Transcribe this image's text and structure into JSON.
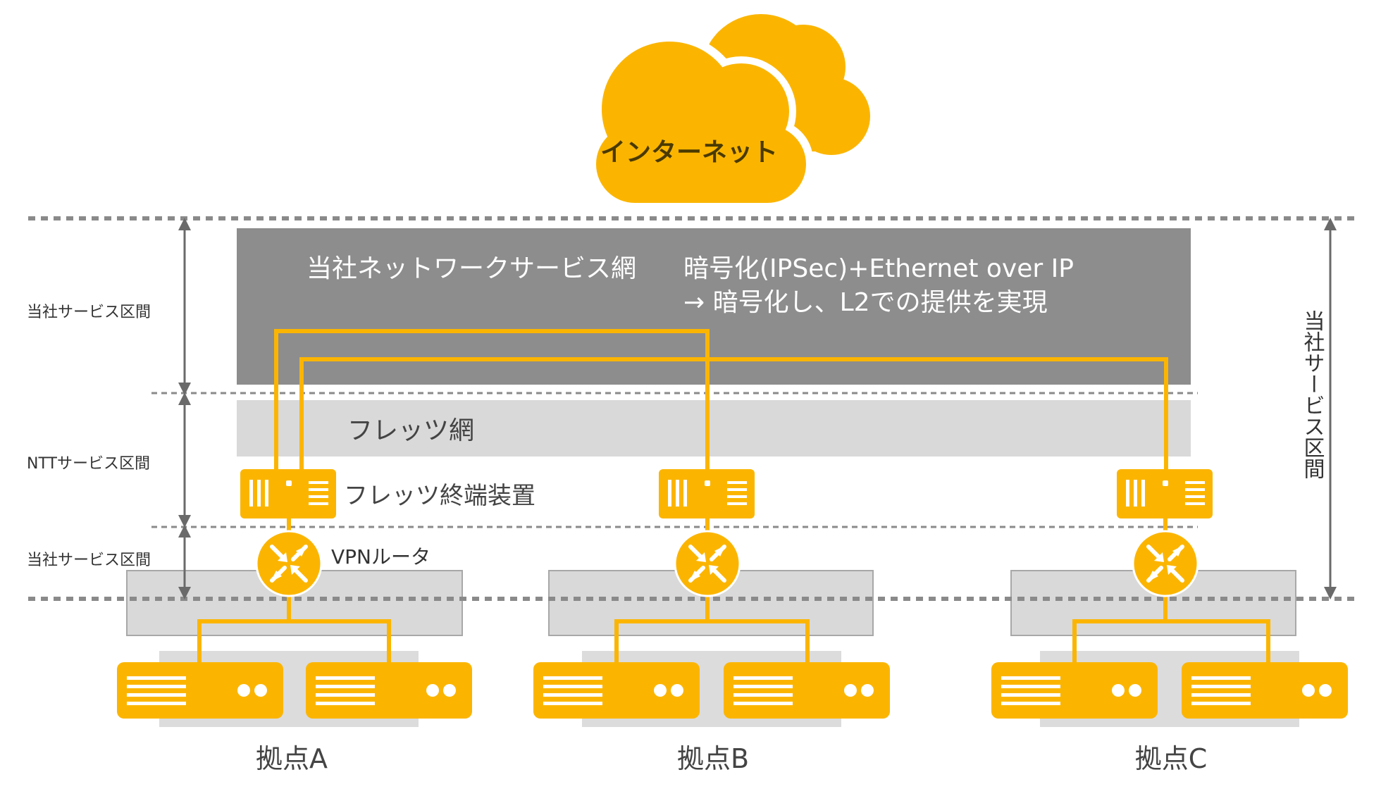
{
  "cloud": {
    "label": "インターネット"
  },
  "zones": {
    "company_network_label": "当社ネットワークサービス網",
    "encryption_line1": "暗号化(IPSec)+Ethernet over IP",
    "encryption_line2": "→ 暗号化し、L2での提供を実現",
    "flets_network_label": "フレッツ網"
  },
  "devices": {
    "terminal_label": "フレッツ終端装置",
    "router_label": "VPNルータ"
  },
  "left_sections": {
    "company_top": "当社サービス区間",
    "ntt": "NTTサービス区間",
    "company_bottom": "当社サービス区間"
  },
  "right_section": {
    "label": "当社サービス区間"
  },
  "sites": [
    {
      "name": "拠点A"
    },
    {
      "name": "拠点B"
    },
    {
      "name": "拠点C"
    }
  ],
  "colors": {
    "accent": "#FBB500",
    "dark_gray": "#8D8D8D",
    "light_gray": "#D9D9D9",
    "text": "#444444",
    "arrow": "#6A6A6A"
  }
}
